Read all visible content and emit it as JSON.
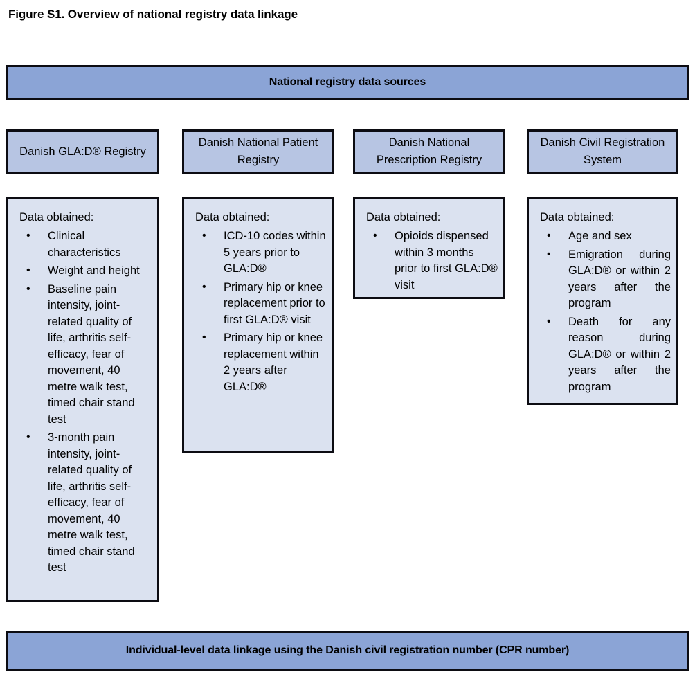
{
  "figure": {
    "title": "Figure S1. Overview of national registry data linkage"
  },
  "colors": {
    "band_fill": "#8BA4D6",
    "header_fill": "#B7C5E3",
    "box_fill": "#DBE2F0",
    "border": "#0c0c12"
  },
  "top_band": {
    "label": "National registry data sources"
  },
  "bottom_band": {
    "label": "Individual-level data linkage using the Danish civil registration number (CPR number)"
  },
  "columns": [
    {
      "id": "danish-glad-registry",
      "header": "Danish GLA:D® Registry",
      "data_label": "Data obtained:",
      "items": [
        "Clinical characteristics",
        "Weight and height",
        "Baseline pain intensity, joint-related quality of life, arthritis self-efficacy, fear of movement, 40 metre walk test, timed chair stand test",
        "3-month pain intensity, joint-related quality of life, arthritis self-efficacy, fear of movement, 40 metre walk test, timed chair stand test"
      ]
    },
    {
      "id": "danish-national-patient-registry",
      "header": "Danish National Patient Registry",
      "data_label": "Data obtained:",
      "items": [
        "ICD-10 codes within 5 years prior to GLA:D®",
        "Primary hip or knee replacement prior to first GLA:D® visit",
        "Primary hip or knee replacement within 2 years after GLA:D®"
      ]
    },
    {
      "id": "danish-national-prescription-registry",
      "header": "Danish National Prescription Registry",
      "data_label": "Data obtained:",
      "items": [
        "Opioids dispensed within 3 months prior to first GLA:D® visit"
      ]
    },
    {
      "id": "danish-civil-registration-system",
      "header": "Danish Civil Registration System",
      "data_label": "Data obtained:",
      "items": [
        "Age and sex",
        "Emigration during GLA:D® or within 2 years after the program",
        "Death for any reason during GLA:D® or within 2 years after the program"
      ]
    }
  ]
}
